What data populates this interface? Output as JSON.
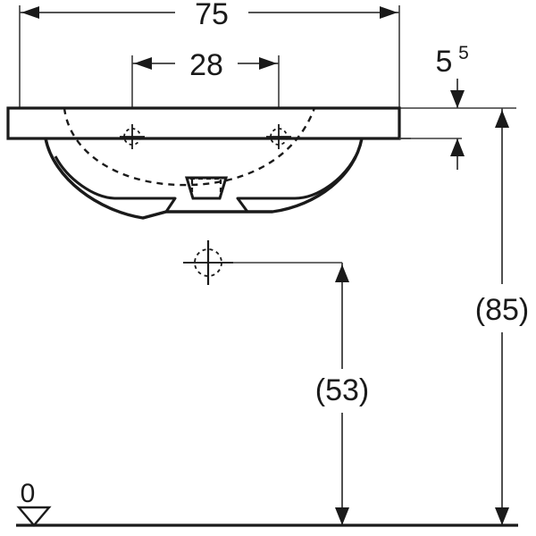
{
  "drawing": {
    "title": "Washbasin technical dimension drawing",
    "units_note": "",
    "background_color": "#ffffff",
    "line_color": "#1a1a1a",
    "thin_line_color": "#3c3c3c"
  },
  "dimensions": {
    "width_overall": {
      "label": "75",
      "name": "overall-width",
      "orientation": "horizontal"
    },
    "tap_hole_spacing": {
      "label": "28",
      "name": "tap-hole-spacing",
      "orientation": "horizontal"
    },
    "rim_thickness": {
      "label": "5",
      "superscript": "5",
      "name": "rim-thickness",
      "orientation": "vertical"
    },
    "height_overall": {
      "label": "(85)",
      "name": "overall-height",
      "orientation": "vertical"
    },
    "height_outlet": {
      "label": "(53)",
      "name": "outlet-height",
      "orientation": "vertical"
    }
  },
  "datum": {
    "label": "0",
    "name": "floor-datum"
  },
  "symbols": {
    "tap_hole_left": "crosshair-circle-icon",
    "tap_hole_right": "crosshair-circle-icon",
    "outlet_center": "crosshair-circle-icon",
    "datum_marker": "datum-triangle-icon",
    "arrow": "arrowhead-icon"
  }
}
